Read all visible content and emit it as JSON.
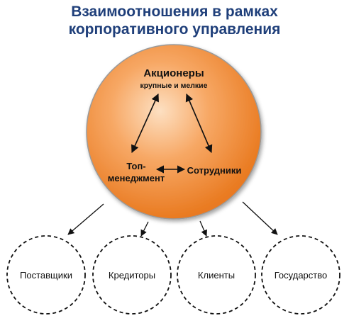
{
  "title": {
    "line1": "Взаимоотношения в рамках",
    "line2": "корпоративного управления"
  },
  "core": {
    "shareholders": "Акционеры",
    "shareholders_sub": "крупные и мелкие",
    "management_line1": "Топ-",
    "management_line2": "менеджмент",
    "employees": "Сотрудники"
  },
  "stakeholders": [
    {
      "label": "Поставщики"
    },
    {
      "label": "Кредиторы"
    },
    {
      "label": "Клиенты"
    },
    {
      "label": "Государство"
    }
  ],
  "colors": {
    "title": "#1f3f7a",
    "sphere_light": "#fde0c2",
    "sphere_mid": "#f7a865",
    "sphere_dark": "#e97a20"
  }
}
